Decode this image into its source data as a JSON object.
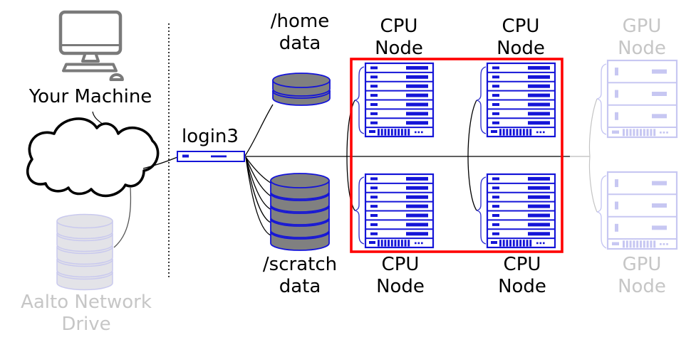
{
  "labels": {
    "your_machine": "Your Machine",
    "aalto_drive": "Aalto Network\nDrive",
    "login_node": "login3",
    "home_data": "/home\ndata",
    "scratch_data": "/scratch\ndata",
    "cpu_node": "CPU\nNode",
    "gpu_node": "GPU\nNode"
  },
  "colors": {
    "node_blue": "#1414d8",
    "disk_gray_fill": "#808080",
    "highlight_red": "#ff0000",
    "faded_lavender": "#c7c7f2",
    "faded_disk_fill": "#e3e3e8",
    "faded_text_gray": "#c6c6c6",
    "machine_icon_gray": "#7a7a7a"
  },
  "counts": {
    "cpu_nodes_labeled": 4,
    "gpu_nodes_labeled": 2
  }
}
